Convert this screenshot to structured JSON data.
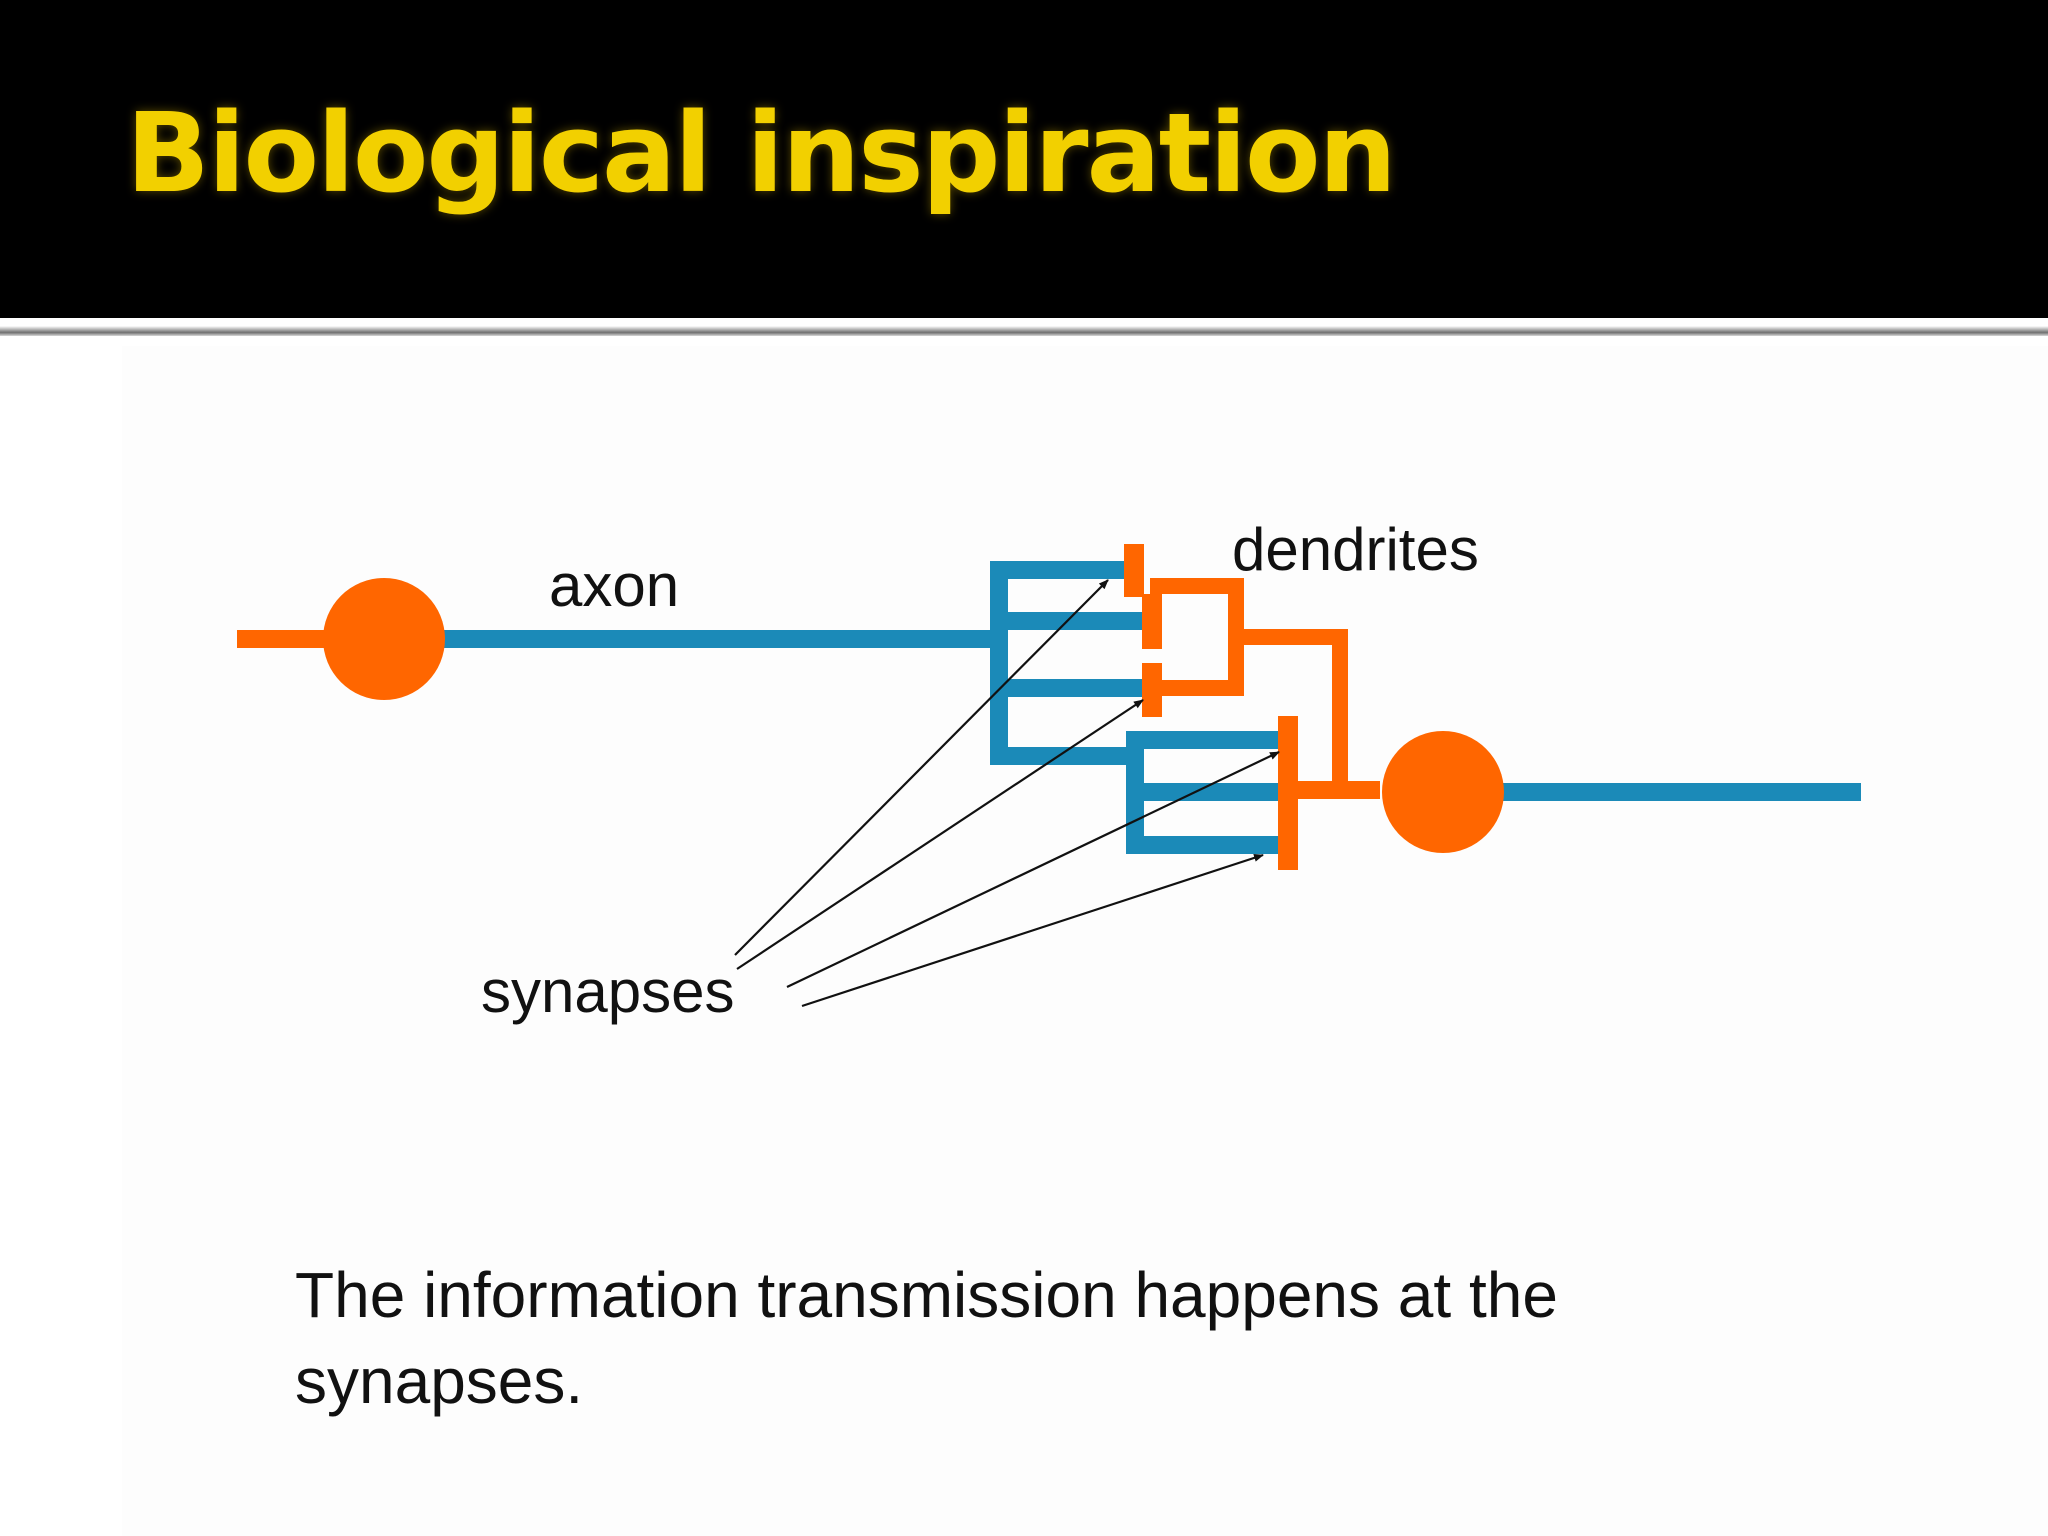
{
  "slide": {
    "title": "Biological inspiration",
    "caption": "The information transmission happens at the synapses."
  },
  "diagram": {
    "labels": {
      "axon": "axon",
      "dendrites": "dendrites",
      "synapses": "synapses"
    },
    "colors": {
      "axon": "#1b8ab8",
      "neuron": "#ff6600",
      "pointer": "#111111"
    }
  }
}
